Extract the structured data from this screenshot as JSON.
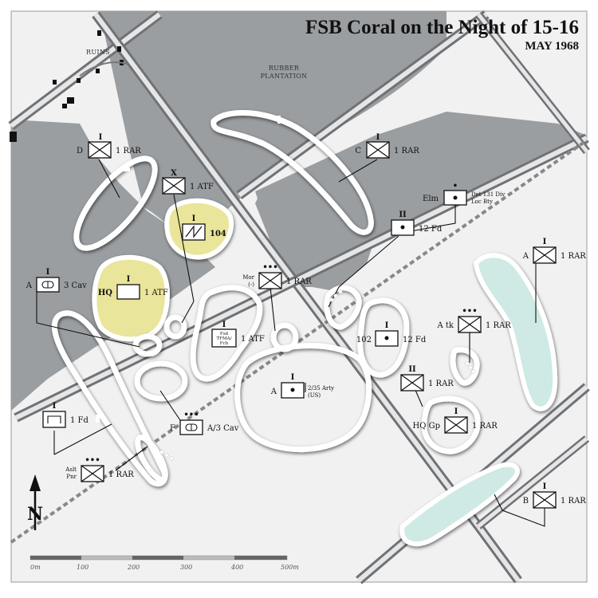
{
  "title": "FSB Coral on the Night of 15-16",
  "subtitle": "MAY 1968",
  "areas": {
    "ruins": "RUINS",
    "rubber_line1": "RUBBER",
    "rubber_line2": "PLANTATION"
  },
  "units": {
    "d_company": {
      "company": "D",
      "size": "I",
      "unit": "1 RAR"
    },
    "c_company": {
      "company": "C",
      "size": "I",
      "unit": "1 RAR"
    },
    "hq_1atf_x": {
      "size": "X",
      "unit": "1 ATF"
    },
    "btry_104": {
      "size": "I",
      "unit": "104"
    },
    "det131": {
      "company": "Elm",
      "size": "•",
      "unit_line1": "Det 131 Div",
      "unit_line2": "Loc Bty"
    },
    "fd12_bn": {
      "size": "II",
      "unit": "12 Fd"
    },
    "a_company_east": {
      "company": "A",
      "size": "I",
      "unit": "1 RAR"
    },
    "mor": {
      "company_line1": "Mor",
      "company_line2": "(-)",
      "size": "•••",
      "unit": "1 RAR"
    },
    "a_3cav": {
      "company": "A",
      "size": "I",
      "unit": "3 Cav"
    },
    "hq_1atf": {
      "company": "HQ",
      "size": "I",
      "unit": "1 ATF"
    },
    "fsd": {
      "size": "I",
      "inner1": "Fsd",
      "inner2": "TFMA/",
      "inner3": "Fch",
      "unit": "1 ATF"
    },
    "btry_102": {
      "company": "102",
      "size": "I",
      "unit": "12 Fd"
    },
    "a_tk": {
      "company": "A tk",
      "size": "•••",
      "unit": "1 RAR"
    },
    "us_arty": {
      "company": "A",
      "size": "I",
      "unit_line1": "2/35 Arty",
      "unit_line2": "(US)"
    },
    "rar_bn": {
      "size": "II",
      "unit": "1 RAR"
    },
    "hq_gp": {
      "company": "HQ Gp",
      "size": "I",
      "unit": "1 RAR"
    },
    "fd1": {
      "size": "I",
      "unit": "1 Fd"
    },
    "f_3cav": {
      "company": "F",
      "size": "•••",
      "unit": "A/3 Cav"
    },
    "asslt_pnr": {
      "company_line1": "Aslt",
      "company_line2": "Pnr",
      "size": "•••",
      "unit": "1 RAR"
    },
    "b_company": {
      "company": "B",
      "size": "I",
      "unit": "1 RAR"
    }
  },
  "north": "N",
  "scale": {
    "ticks": [
      "0m",
      "100",
      "200",
      "300",
      "400",
      "500m"
    ]
  },
  "colors": {
    "plantation": "#9a9ea1",
    "road": "#7a7c80",
    "pit_outline": "#ffffff",
    "hq_fill": "#e9e59a",
    "water_fill": "#cfe9e4",
    "track": "#9a9a9a"
  }
}
